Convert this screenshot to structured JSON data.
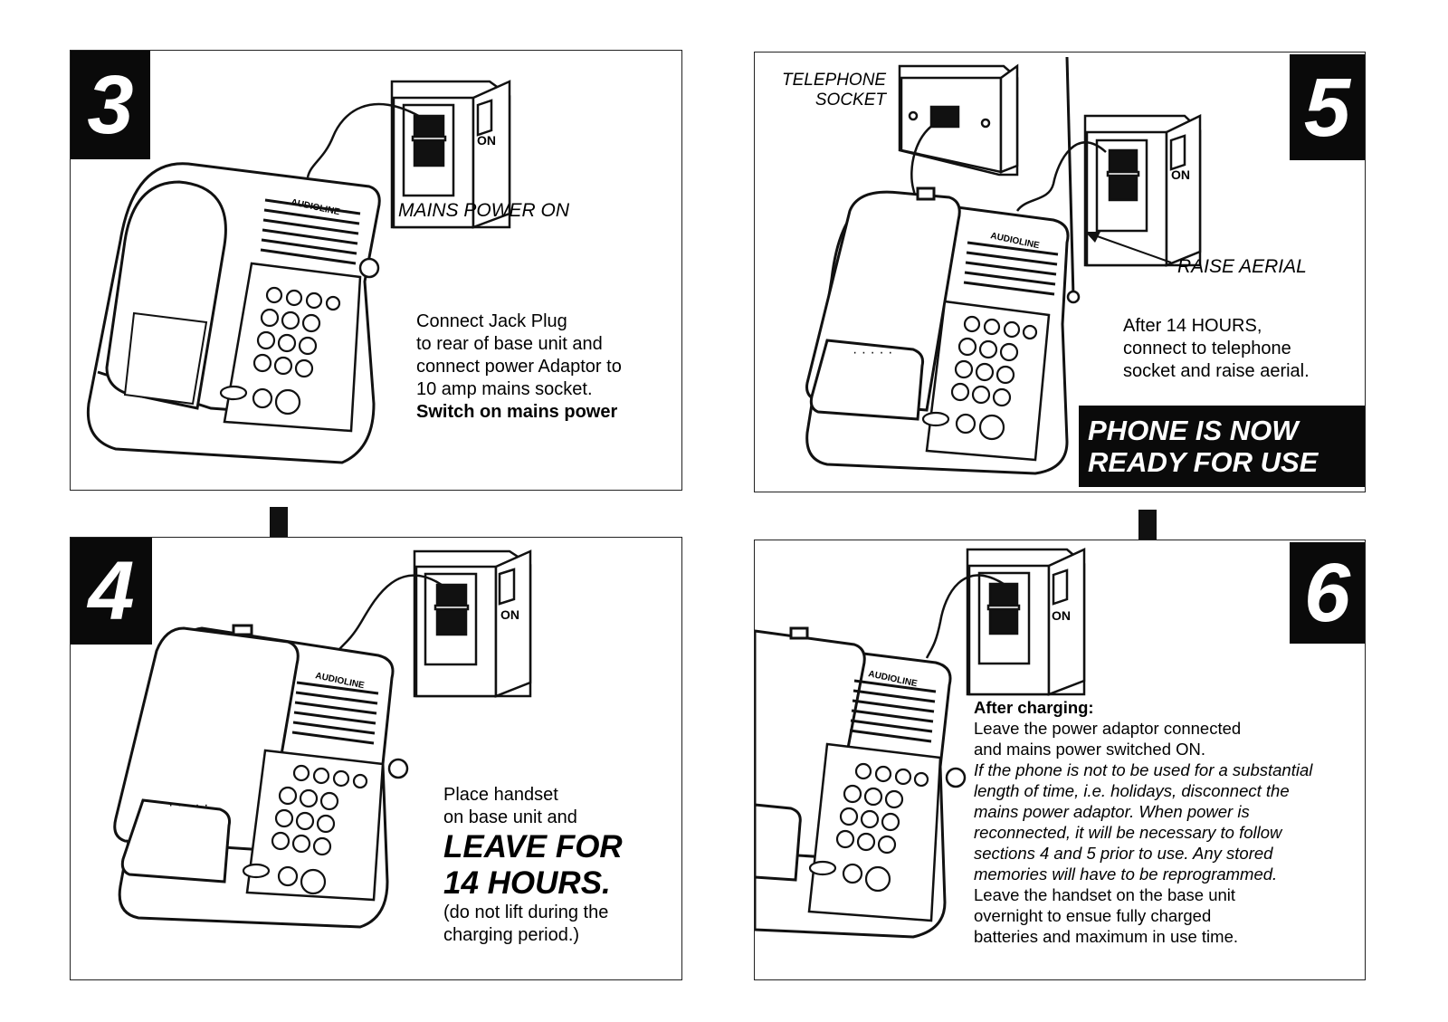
{
  "panel3": {
    "number": "3",
    "mains_label": "MAINS POWER ON",
    "lines": [
      "Connect Jack Plug",
      "to rear of base unit and",
      "connect power Adaptor to",
      "10 amp mains socket."
    ],
    "bold_line": "Switch on mains power",
    "brand": "AUDIOLINE",
    "switch_label": "ON"
  },
  "panel4": {
    "number": "4",
    "lines": [
      "Place handset",
      "on base unit and"
    ],
    "big_lines": [
      "LEAVE FOR",
      "14 HOURS."
    ],
    "note_lines": [
      "(do not lift during the",
      "charging period.)"
    ],
    "brand": "AUDIOLINE",
    "switch_label": "ON"
  },
  "panel5": {
    "number": "5",
    "socket_label_1": "TELEPHONE",
    "socket_label_2": "SOCKET",
    "aerial_label": "RAISE AERIAL",
    "lines": [
      "After 14 HOURS,",
      "connect to telephone",
      "socket and raise aerial."
    ],
    "ready_1": "PHONE IS NOW",
    "ready_2": "READY FOR USE",
    "brand": "AUDIOLINE",
    "switch_label": "ON"
  },
  "panel6": {
    "number": "6",
    "heading": "After charging:",
    "lines": [
      "Leave the power adaptor connected",
      "and mains power switched ON."
    ],
    "italic_lines": [
      "If the phone is not to be used for a substantial",
      "length of time, i.e. holidays, disconnect the",
      "mains power adaptor. When power is",
      "reconnected, it will be necessary to follow",
      "sections 4 and 5 prior to use. Any stored",
      "memories will have to be reprogrammed."
    ],
    "end_lines": [
      "Leave the handset on the base unit",
      "overnight to ensue fully charged",
      "batteries and maximum in use time."
    ],
    "brand": "AUDIOLINE",
    "switch_label": "ON"
  }
}
